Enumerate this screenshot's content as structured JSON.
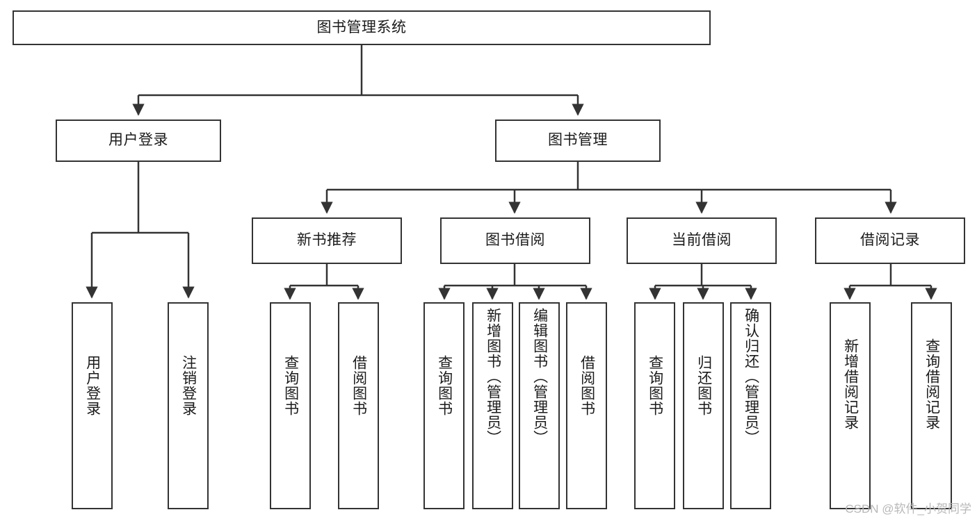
{
  "diagram": {
    "type": "tree",
    "title": "图书管理系统",
    "root": {
      "label": "图书管理系统"
    },
    "level1": [
      {
        "label": "用户登录"
      },
      {
        "label": "图书管理"
      }
    ],
    "level2": [
      {
        "label": "新书推荐"
      },
      {
        "label": "图书借阅"
      },
      {
        "label": "当前借阅"
      },
      {
        "label": "借阅记录"
      }
    ],
    "leaves": {
      "user_login": [
        {
          "label": "用户登录"
        },
        {
          "label": "注销登录"
        }
      ],
      "new_book_recommend": [
        {
          "label": "查询图书"
        },
        {
          "label": "借阅图书"
        }
      ],
      "book_borrow": [
        {
          "label": "查询图书"
        },
        {
          "label": "新增图书（管理员）"
        },
        {
          "label": "编辑图书（管理员）"
        },
        {
          "label": "借阅图书"
        }
      ],
      "current_borrow": [
        {
          "label": "查询图书"
        },
        {
          "label": "归还图书"
        },
        {
          "label": "确认归还（管理员）"
        }
      ],
      "borrow_record": [
        {
          "label": "新增借阅记录"
        },
        {
          "label": "查询借阅记录"
        }
      ]
    }
  },
  "watermark": {
    "text": "CSDN @软件_小贺同学"
  },
  "colors": {
    "border": "#333333",
    "text": "#1b1b1b",
    "background": "#ffffff",
    "watermark": "#b8b8b8"
  }
}
